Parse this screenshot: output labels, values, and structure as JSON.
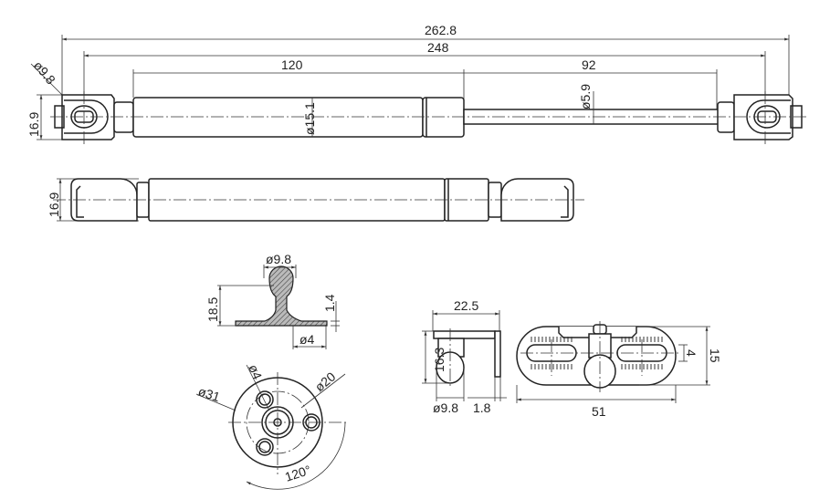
{
  "drawing": {
    "strut_extended": {
      "overall_length": "262.8",
      "eye_center_distance": "248",
      "body_length": "120",
      "rod_length": "92",
      "eye_diameter": "ø9.8",
      "end_height": "16.9",
      "body_diameter": "ø15.1",
      "rod_diameter": "ø5.9"
    },
    "strut_compressed": {
      "end_height": "16.9"
    },
    "ball_stud": {
      "ball_diameter": "ø9.8",
      "height": "18.5",
      "flange_thickness": "1.4",
      "pin_diameter": "ø4"
    },
    "round_base": {
      "outer_diameter": "ø31",
      "hole_diameter": "ø4",
      "bolt_circle": "ø20",
      "angle": "120°"
    },
    "bracket_side": {
      "width": "22.5",
      "height": "16.3",
      "ball_diameter": "ø9.8",
      "plate_thickness": "1.8"
    },
    "bracket_plate": {
      "length": "51",
      "height": "15",
      "slot_width": "4"
    }
  }
}
